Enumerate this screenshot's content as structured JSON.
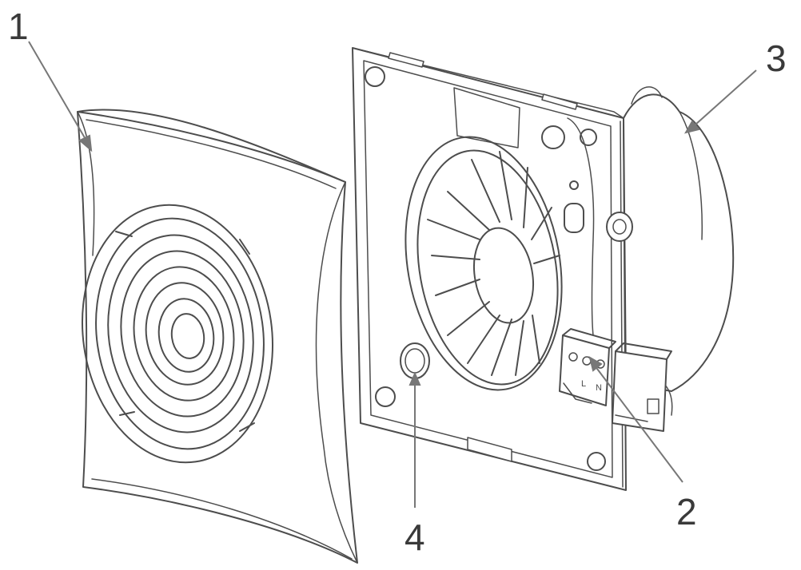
{
  "diagram": {
    "callouts": [
      {
        "id": "1",
        "label": "1"
      },
      {
        "id": "2",
        "label": "2"
      },
      {
        "id": "3",
        "label": "3"
      },
      {
        "id": "4",
        "label": "4"
      }
    ],
    "terminal_marks": [
      "L",
      "N"
    ],
    "colors": {
      "stroke": "#4d4d4d",
      "fill": "#ffffff",
      "label": "#3a3a3a"
    }
  }
}
